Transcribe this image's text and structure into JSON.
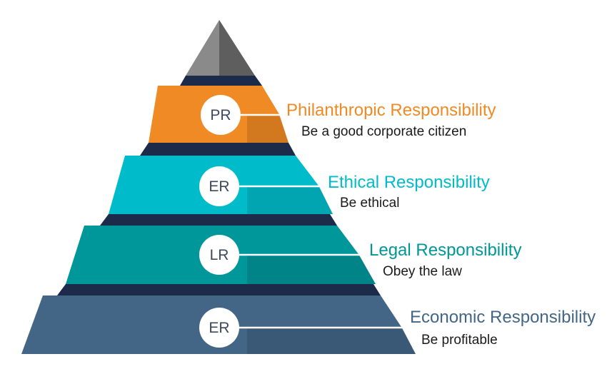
{
  "tiers": [
    {
      "abbr": "PR",
      "title": "Philanthropic Responsibility",
      "description": "Be a good corporate citizen",
      "color": "#f08a24"
    },
    {
      "abbr": "ER",
      "title": "Ethical Responsibility",
      "description": "Be ethical",
      "color": "#00bccb"
    },
    {
      "abbr": "LR",
      "title": "Legal Responsibility",
      "description": "Obey the law",
      "color": "#00979b"
    },
    {
      "abbr": "ER",
      "title": "Economic Responsibility",
      "description": "Be profitable",
      "color": "#436687"
    }
  ],
  "apex": {
    "left_color": "#8a8a8a",
    "right_color": "#5e5e5e"
  },
  "colors": {
    "gap_shadow": "#1c2b4a",
    "connector": "#ffffff"
  }
}
